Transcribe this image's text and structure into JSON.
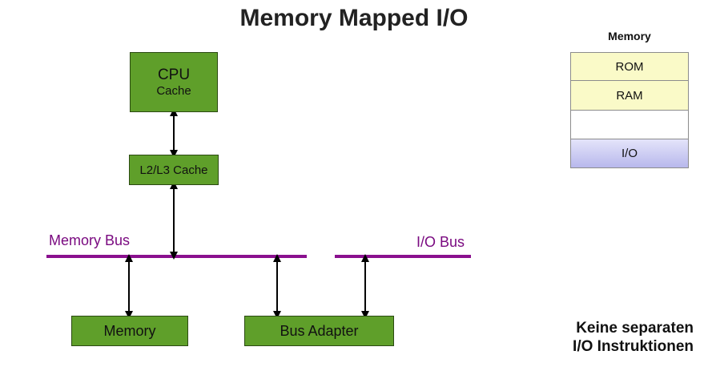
{
  "title": "Memory Mapped I/O",
  "cpu": {
    "label": "CPU",
    "sublabel": "Cache"
  },
  "l2l3": {
    "label": "L2/L3 Cache"
  },
  "memory_box": {
    "label": "Memory"
  },
  "bus_adapter": {
    "label": "Bus Adapter"
  },
  "buses": {
    "memory_bus": "Memory Bus",
    "io_bus": "I/O Bus"
  },
  "memory_map": {
    "title": "Memory",
    "cells": [
      {
        "label": "ROM",
        "color": "#fafac8"
      },
      {
        "label": "RAM",
        "color": "#fafac8"
      },
      {
        "label": "",
        "color": "#ffffff"
      },
      {
        "label": "I/O",
        "color": "#c8c8f0"
      }
    ]
  },
  "note": {
    "line1": "Keine separaten",
    "line2": "I/O Instruktionen"
  },
  "colors": {
    "box_green": "#5f9f2a",
    "bus_purple": "#8a108e"
  }
}
